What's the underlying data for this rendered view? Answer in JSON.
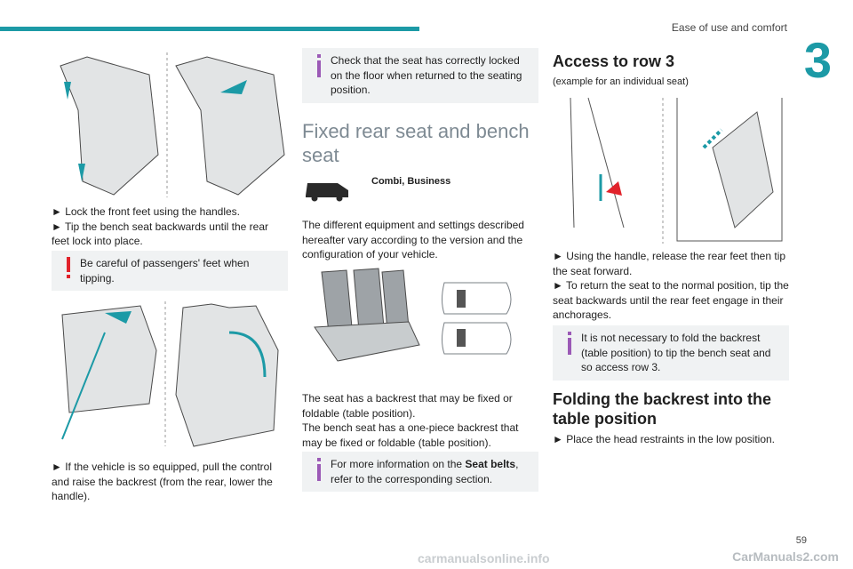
{
  "header": {
    "section": "Ease of use and comfort",
    "chapter": "3"
  },
  "footer": {
    "page": "59",
    "watermark": "CarManuals2.com",
    "site_watermark": "carmanualsonline.info"
  },
  "col1": {
    "step1": "► Lock the front feet using the handles.",
    "step2": "► Tip the bench seat backwards until the rear feet lock into place.",
    "warning": "Be careful of passengers' feet when tipping.",
    "step3": "► If the vehicle is so equipped, pull the control and raise the backrest (from the rear, lower the handle)."
  },
  "col2": {
    "info1": "Check that the seat has correctly locked on the floor when returned to the seating position.",
    "heading": "Fixed rear seat and bench seat",
    "versions": "Combi, Business",
    "intro": "The different equipment and settings described hereafter vary according to the version and the configuration of your vehicle.",
    "desc1": "The seat has a backrest that may be fixed or foldable (table position).",
    "desc2": "The bench seat has a one-piece backrest that may be fixed or foldable (table position).",
    "info2_prefix": "For more information on the ",
    "info2_bold": "Seat belts",
    "info2_suffix": ", refer to the corresponding section."
  },
  "col3": {
    "heading": "Access to row 3",
    "sub": "(example for an individual seat)",
    "step1": "► Using the handle, release the rear feet then tip the seat forward.",
    "step2": "► To return the seat to the normal position, tip the seat backwards until the rear feet engage in their anchorages.",
    "info": "It is not necessary to fold the backrest (table position) to tip the bench seat and so access row 3.",
    "heading2": "Folding the backrest into the table position",
    "step3": "► Place the head restraints in the low position."
  },
  "colors": {
    "accent": "#1c9aa6",
    "warning": "#e1232b",
    "info": "#9b59b6",
    "note_bg": "#f0f2f3"
  },
  "icons": {
    "warning": "exclamation-icon",
    "info": "info-icon",
    "vehicle": "van-icon"
  }
}
